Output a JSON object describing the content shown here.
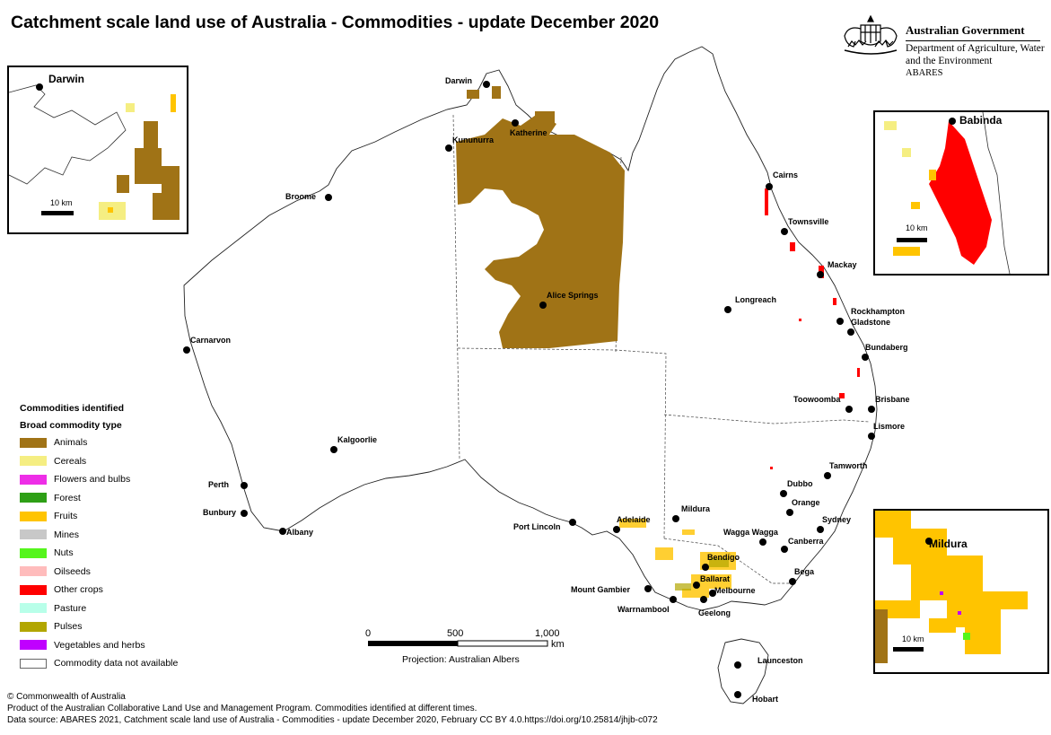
{
  "title": "Catchment scale land use of Australia - Commodities - update December 2020",
  "government": {
    "name": "Australian Government",
    "department": "Department of Agriculture, Water and the Environment",
    "agency": "ABARES"
  },
  "colors": {
    "animals": "#a07316",
    "cereals": "#f5ee82",
    "flowers": "#ee2ee7",
    "forest": "#2e9f16",
    "fruits": "#ffc400",
    "mines": "#c8c8c8",
    "nuts": "#55f51c",
    "oilseeds": "#ffbcbc",
    "other_crops": "#ff0000",
    "pasture": "#b8ffe9",
    "pulses": "#b2a600",
    "vegetables": "#c000ff"
  },
  "legend": {
    "heading": "Commodities identified",
    "subheading": "Broad commodity type",
    "items": [
      {
        "label": "Animals",
        "color": "#a07316"
      },
      {
        "label": "Cereals",
        "color": "#f5ee82"
      },
      {
        "label": "Flowers and bulbs",
        "color": "#ee2ee7"
      },
      {
        "label": "Forest",
        "color": "#2e9f16"
      },
      {
        "label": "Fruits",
        "color": "#ffc400"
      },
      {
        "label": "Mines",
        "color": "#c8c8c8"
      },
      {
        "label": "Nuts",
        "color": "#55f51c"
      },
      {
        "label": "Oilseeds",
        "color": "#ffbcbc"
      },
      {
        "label": "Other crops",
        "color": "#ff0000"
      },
      {
        "label": "Pasture",
        "color": "#b8ffe9"
      },
      {
        "label": "Pulses",
        "color": "#b2a600"
      },
      {
        "label": "Vegetables and herbs",
        "color": "#c000ff"
      },
      {
        "label": "Commodity data not available",
        "color": ""
      }
    ]
  },
  "cities": [
    "Darwin",
    "Katherine",
    "Kununurra",
    "Broome",
    "Cairns",
    "Townsville",
    "Mackay",
    "Longreach",
    "Alice Springs",
    "Rockhampton",
    "Gladstone",
    "Bundaberg",
    "Carnarvon",
    "Toowoomba",
    "Brisbane",
    "Lismore",
    "Kalgoorlie",
    "Tamworth",
    "Dubbo",
    "Perth",
    "Orange",
    "Bunbury",
    "Mildura",
    "Adelaide",
    "Sydney",
    "Albany",
    "Port Lincoln",
    "Wagga Wagga",
    "Canberra",
    "Bendigo",
    "Ballarat",
    "Bega",
    "Mount Gambier",
    "Melbourne",
    "Warrnambool",
    "Geelong",
    "Launceston",
    "Hobart"
  ],
  "insets": {
    "darwin": {
      "city": "Darwin",
      "scale": "10 km"
    },
    "babinda": {
      "city": "Babinda",
      "scale": "10 km"
    },
    "mildura": {
      "city": "Mildura",
      "scale": "10 km"
    }
  },
  "scale": {
    "ticks": [
      "0",
      "500",
      "1,000"
    ],
    "unit": "km",
    "projection": "Projection: Australian Albers"
  },
  "footer": {
    "copyright": "© Commonwealth of Australia",
    "line1": "Product of the Australian Collaborative Land Use and Management Program. Commodities identified at different times.",
    "line2": "Data source: ABARES 2021, Catchment scale land use of Australia - Commodities - update December 2020, February CC BY 4.0.https://doi.org/10.25814/jhjb-c072"
  }
}
